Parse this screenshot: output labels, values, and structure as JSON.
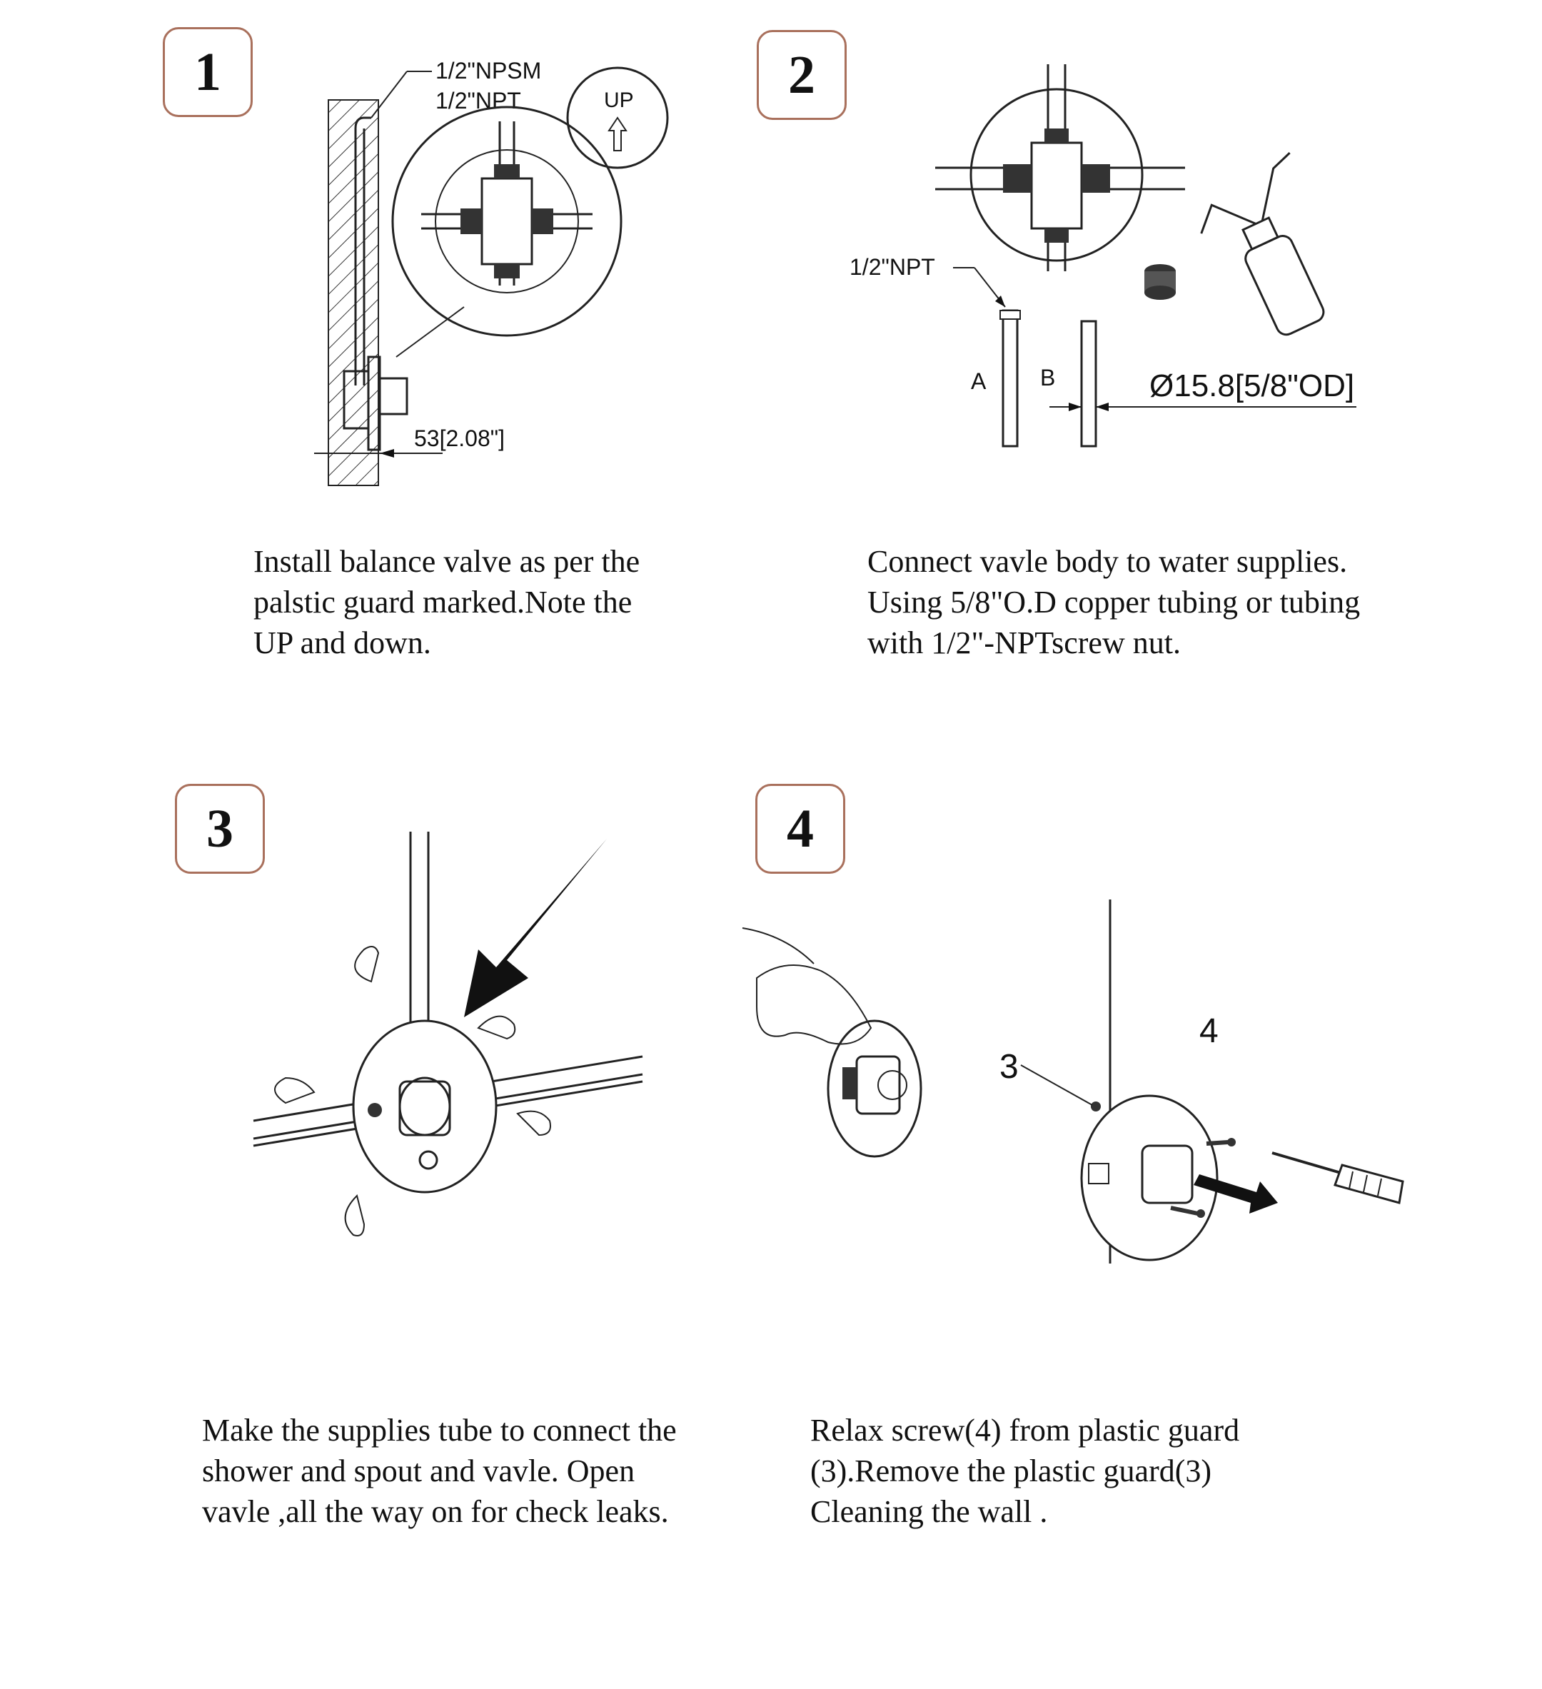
{
  "steps": [
    {
      "number": "1",
      "labels": {
        "npsm": "1/2\"NPSM",
        "npt": "1/2\"NPT",
        "up": "UP",
        "dimension": "53[2.08\"]"
      },
      "caption": "Install balance valve as per the\npalstic guard marked.Note the\nUP and down."
    },
    {
      "number": "2",
      "labels": {
        "npt": "1/2\"NPT",
        "a": "A",
        "b": "B",
        "diameter": "Ø15.8[5/8\"OD]"
      },
      "caption": "Connect vavle body to water supplies.\nUsing 5/8\"O.D copper tubing or tubing\nwith 1/2\"-NPTscrew nut."
    },
    {
      "number": "3",
      "caption": "Make the supplies tube to connect the\nshower and spout and vavle. Open\nvavle ,all the way on for check leaks."
    },
    {
      "number": "4",
      "labels": {
        "guard": "3",
        "screw": "4"
      },
      "caption": "Relax screw(4) from plastic guard\n(3).Remove the plastic guard(3)\nCleaning the wall ."
    }
  ]
}
